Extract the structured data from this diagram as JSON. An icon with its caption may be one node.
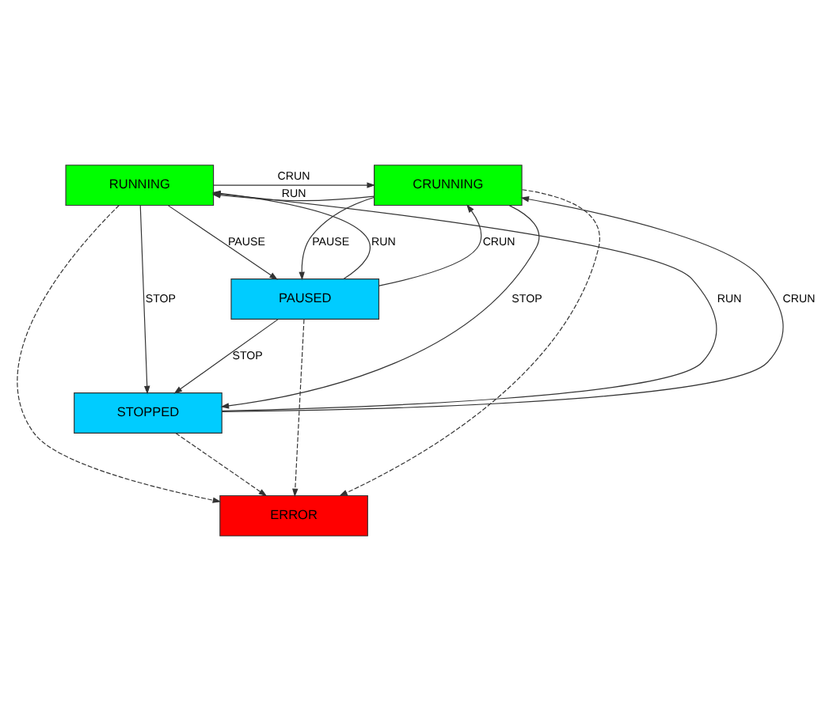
{
  "diagram": {
    "nodes": [
      {
        "text": [
          "RUNNING"
        ]
      },
      {
        "text": [
          "CRUNNING"
        ]
      },
      {
        "text": [
          "PAUSED"
        ]
      },
      {
        "text": [
          "STOPPED"
        ]
      },
      {
        "text": [
          "ERROR"
        ]
      }
    ],
    "edges": [
      {
        "from": 1,
        "to": 0,
        "arrow": "to",
        "label": "RUN"
      },
      {
        "from": 0,
        "to": 1,
        "arrow": "to",
        "label": "CRUN"
      },
      {
        "from": 0,
        "to": 2,
        "arrow": "to",
        "label": "PAUSE"
      },
      {
        "from": 1,
        "to": 2,
        "arrow": "to",
        "label": "PAUSE"
      },
      {
        "from": 2,
        "to": 0,
        "arrow": "to",
        "label": "RUN"
      },
      {
        "from": 2,
        "to": 1,
        "arrow": "to",
        "label": "CRUN"
      },
      {
        "from": 0,
        "to": 3,
        "arrow": "to",
        "label": "STOP"
      },
      {
        "from": 2,
        "to": 3,
        "arrow": "to",
        "label": "STOP"
      },
      {
        "from": 1,
        "to": 3,
        "arrow": "to",
        "label": "STOP"
      },
      {
        "from": 3,
        "to": 0,
        "arrow": "to",
        "label": "RUN"
      },
      {
        "from": 3,
        "to": 1,
        "arrow": "to",
        "label": "CRUN"
      },
      {
        "from": 0,
        "to": 4,
        "arrow": "to",
        "style": "dashed"
      },
      {
        "from": 2,
        "to": 4,
        "arrow": "to",
        "style": "dashed"
      },
      {
        "from": 3,
        "to": 4,
        "arrow": "to",
        "style": "dashed"
      },
      {
        "from": 1,
        "to": 4,
        "arrow": "to",
        "style": "dashed"
      }
    ]
  }
}
